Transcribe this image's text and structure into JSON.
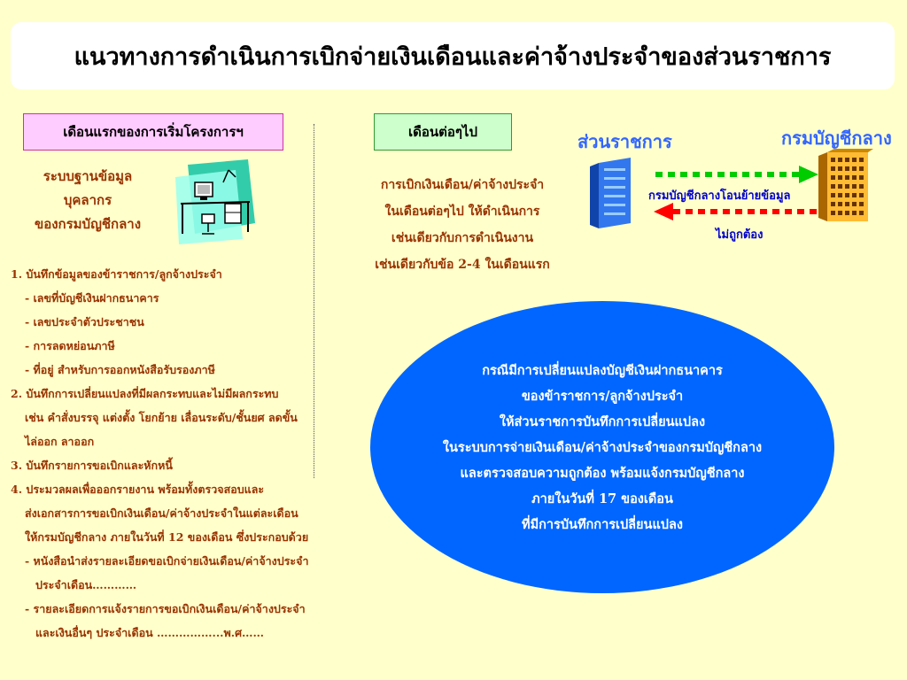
{
  "title": "แนวทางการดำเนินการเบิกจ่ายเงินเดือนและค่าจ้างประจำของส่วนราชการ",
  "first_month": {
    "label": "เดือนแรกของการเริ่มโครงการฯ",
    "db_lines": [
      "ระบบฐานข้อมูล",
      "บุคลากร",
      "ของกรมบัญชีกลาง"
    ],
    "steps": [
      {
        "text": "1. บันทึกข้อมูลของข้าราชการ/ลูกจ้างประจำ",
        "indent": 0
      },
      {
        "text": "- เลขที่บัญชีเงินฝากธนาคาร",
        "indent": 1
      },
      {
        "text": "- เลขประจำตัวประชาชน",
        "indent": 1
      },
      {
        "text": "- การลดหย่อนภาษี",
        "indent": 1
      },
      {
        "text": "- ที่อยู่ สำหรับการออกหนังสือรับรองภาษี",
        "indent": 1
      },
      {
        "text": "2. บันทึกการเปลี่ยนแปลงที่มีผลกระทบและไม่มีผลกระทบ",
        "indent": 0
      },
      {
        "text": "เช่น คำสั่งบรรจุ แต่งตั้ง โยกย้าย เลื่อนระดับ/ชั้นยศ ลดขั้น",
        "indent": 1
      },
      {
        "text": "ไล่ออก ลาออก",
        "indent": 1
      },
      {
        "text": "3. บันทึกรายการขอเบิกและหักหนี้",
        "indent": 0
      },
      {
        "text": "4. ประมวลผลเพื่อออกรายงาน พร้อมทั้งตรวจสอบและ",
        "indent": 0
      },
      {
        "text": "ส่งเอกสารการขอเบิกเงินเดือน/ค่าจ้างประจำในแต่ละเดือน",
        "indent": 1
      },
      {
        "text": "ให้กรมบัญชีกลาง ภายในวันที่ 12 ของเดือน ซึ่งประกอบด้วย",
        "indent": 1
      },
      {
        "text": "- หนังสือนำส่งรายละเอียดขอเบิกจ่ายเงินเดือน/ค่าจ้างประจำ",
        "indent": 1
      },
      {
        "text": "ประจำเดือน…………",
        "indent": 2
      },
      {
        "text": "- รายละเอียดการแจ้งรายการขอเบิกเงินเดือน/ค่าจ้างประจำ",
        "indent": 1
      },
      {
        "text": "และเงินอื่นๆ ประจำเดือน ……………...พ.ศ……",
        "indent": 2
      }
    ]
  },
  "next_months": {
    "label": "เดือนต่อๆไป",
    "lines": [
      "การเบิกเงินเดือน/ค่าจ้างประจำ",
      "ในเดือนต่อๆไป ให้ดำเนินการ",
      "เช่นเดียวกับการดำเนินงาน",
      "เช่นเดียวกับข้อ 2-4 ในเดือนแรก"
    ]
  },
  "flow": {
    "agency_label": "ส่วนราชการ",
    "cgd_label": "กรมบัญชีกลาง",
    "transfer_text": "กรมบัญชีกลางโอนย้ายข้อมูล",
    "incorrect_text": "ไม่ถูกต้อง",
    "colors": {
      "forward": "#00cc00",
      "back": "#ff0000"
    }
  },
  "ellipse_lines": [
    "กรณีมีการเปลี่ยนแปลงบัญชีเงินฝากธนาคาร",
    "ของข้าราชการ/ลูกจ้างประจำ",
    "ให้ส่วนราชการบันทึกการเปลี่ยนแปลง",
    "ในระบบการจ่ายเงินเดือน/ค่าจ้างประจำของกรมบัญชีกลาง",
    "และตรวจสอบความถูกต้อง พร้อมแจ้งกรมบัญชีกลาง",
    "ภายในวันที่ 17 ของเดือน",
    "ที่มีการบันทึกการเปลี่ยนแปลง"
  ]
}
